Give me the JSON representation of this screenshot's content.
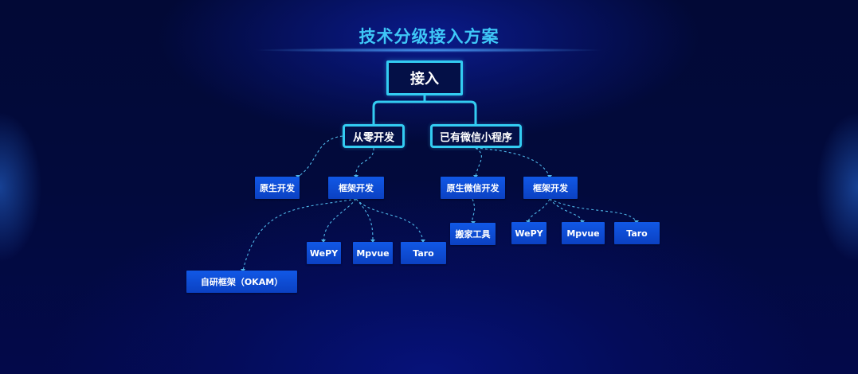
{
  "title": "技术分级接入方案",
  "root": "接入",
  "branches": {
    "from_scratch": "从零开发",
    "existing_miniprogram": "已有微信小程序"
  },
  "nodes": {
    "native_dev": "原生开发",
    "framework_dev_a": "框架开发",
    "native_wechat_dev": "原生微信开发",
    "framework_dev_b": "框架开发",
    "wepy_a": "WePY",
    "mpvue_a": "Mpvue",
    "taro_a": "Taro",
    "okam": "自研框架（OKAM）",
    "move_tool": "搬家工具",
    "wepy_b": "WePY",
    "mpvue_b": "Mpvue",
    "taro_b": "Taro"
  },
  "colors": {
    "accent": "#33ccf2",
    "title": "#3ec7f7",
    "node_fill": "#0b4ad4",
    "link": "#4fb6e8"
  }
}
